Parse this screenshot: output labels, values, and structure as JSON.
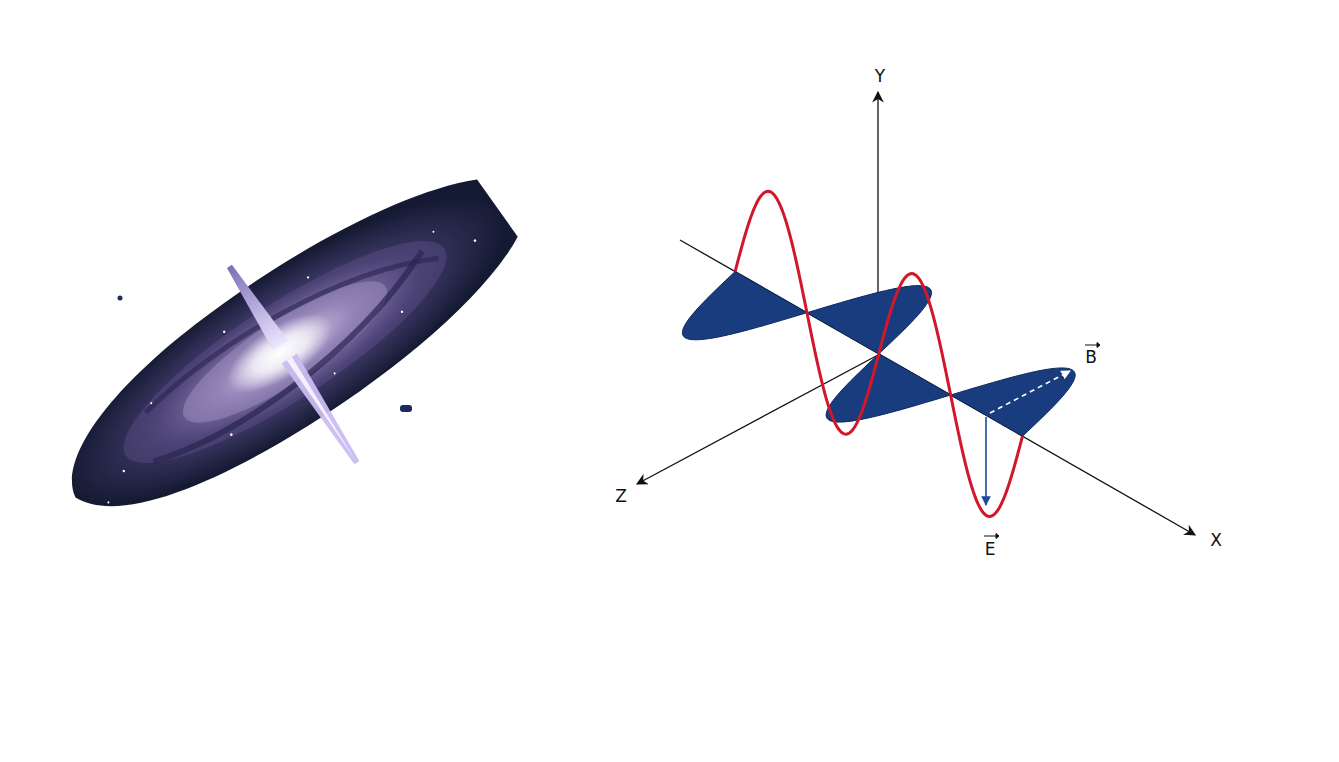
{
  "diagram": {
    "labels": [
      "Y",
      "B",
      "Z",
      "E",
      "X"
    ]
  }
}
